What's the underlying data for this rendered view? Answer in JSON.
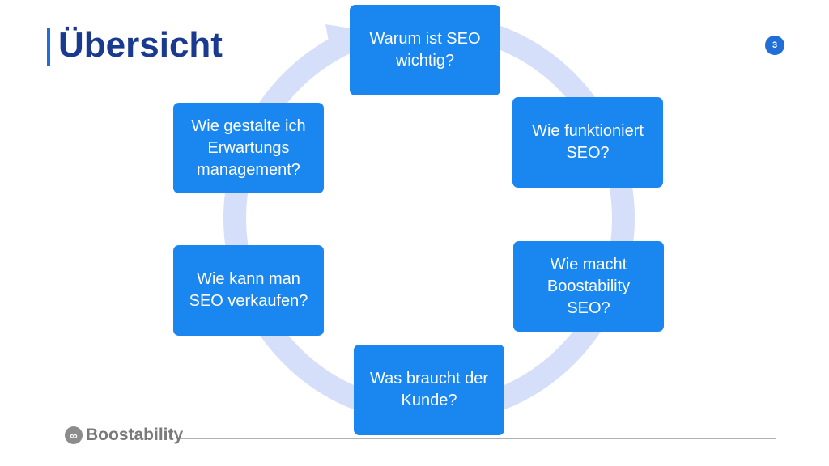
{
  "slide": {
    "title": "Übersicht",
    "page_number": "3"
  },
  "cycle": {
    "steps": [
      "Warum ist SEO\nwichtig?",
      "Wie funktioniert\nSEO?",
      "Wie macht\nBoostability\nSEO?",
      "Was braucht der\nKunde?",
      "Wie kann man\nSEO verkaufen?",
      "Wie gestalte ich\nErwartungs\nmanagement?"
    ],
    "box_color": "#1a86f0",
    "ring_color": "#d5dff9"
  },
  "footer": {
    "logo_text": "Boostability",
    "logo_icon": "boostability-logo-icon"
  }
}
